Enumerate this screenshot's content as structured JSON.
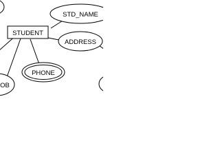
{
  "entity": {
    "label": "STUDENT"
  },
  "attributes": {
    "std_name": "STD_NAME",
    "address": "ADDRESS",
    "phone": "PHONE",
    "dob_partial": "OB"
  },
  "colors": {
    "stroke": "#000000",
    "fill": "#ffffff",
    "text": "#000000"
  }
}
